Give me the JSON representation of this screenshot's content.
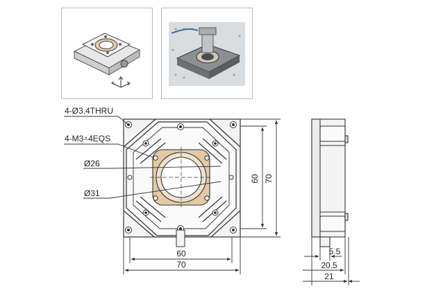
{
  "labels": {
    "thru_holes": "4-Ø3.4THRU",
    "tapped_holes": "4-M3⩡4EQS",
    "inner_diameter": "Ø26",
    "outer_diameter": "Ø31"
  },
  "dimensions": {
    "width_inner": "60",
    "width_outer": "70",
    "height_inner": "60",
    "height_outer": "70",
    "side_small": "5.5",
    "side_mid": "20.5",
    "side_total": "21"
  },
  "colors": {
    "line": "#333333",
    "body": "#f4f4f4",
    "ring": "#e3c9a6",
    "panel_border": "#b9b9b9"
  },
  "icons": {
    "iso_view": "stage-isometric-illustration",
    "photo": "stage-product-photo",
    "axes": "xyz-axis-icon"
  }
}
